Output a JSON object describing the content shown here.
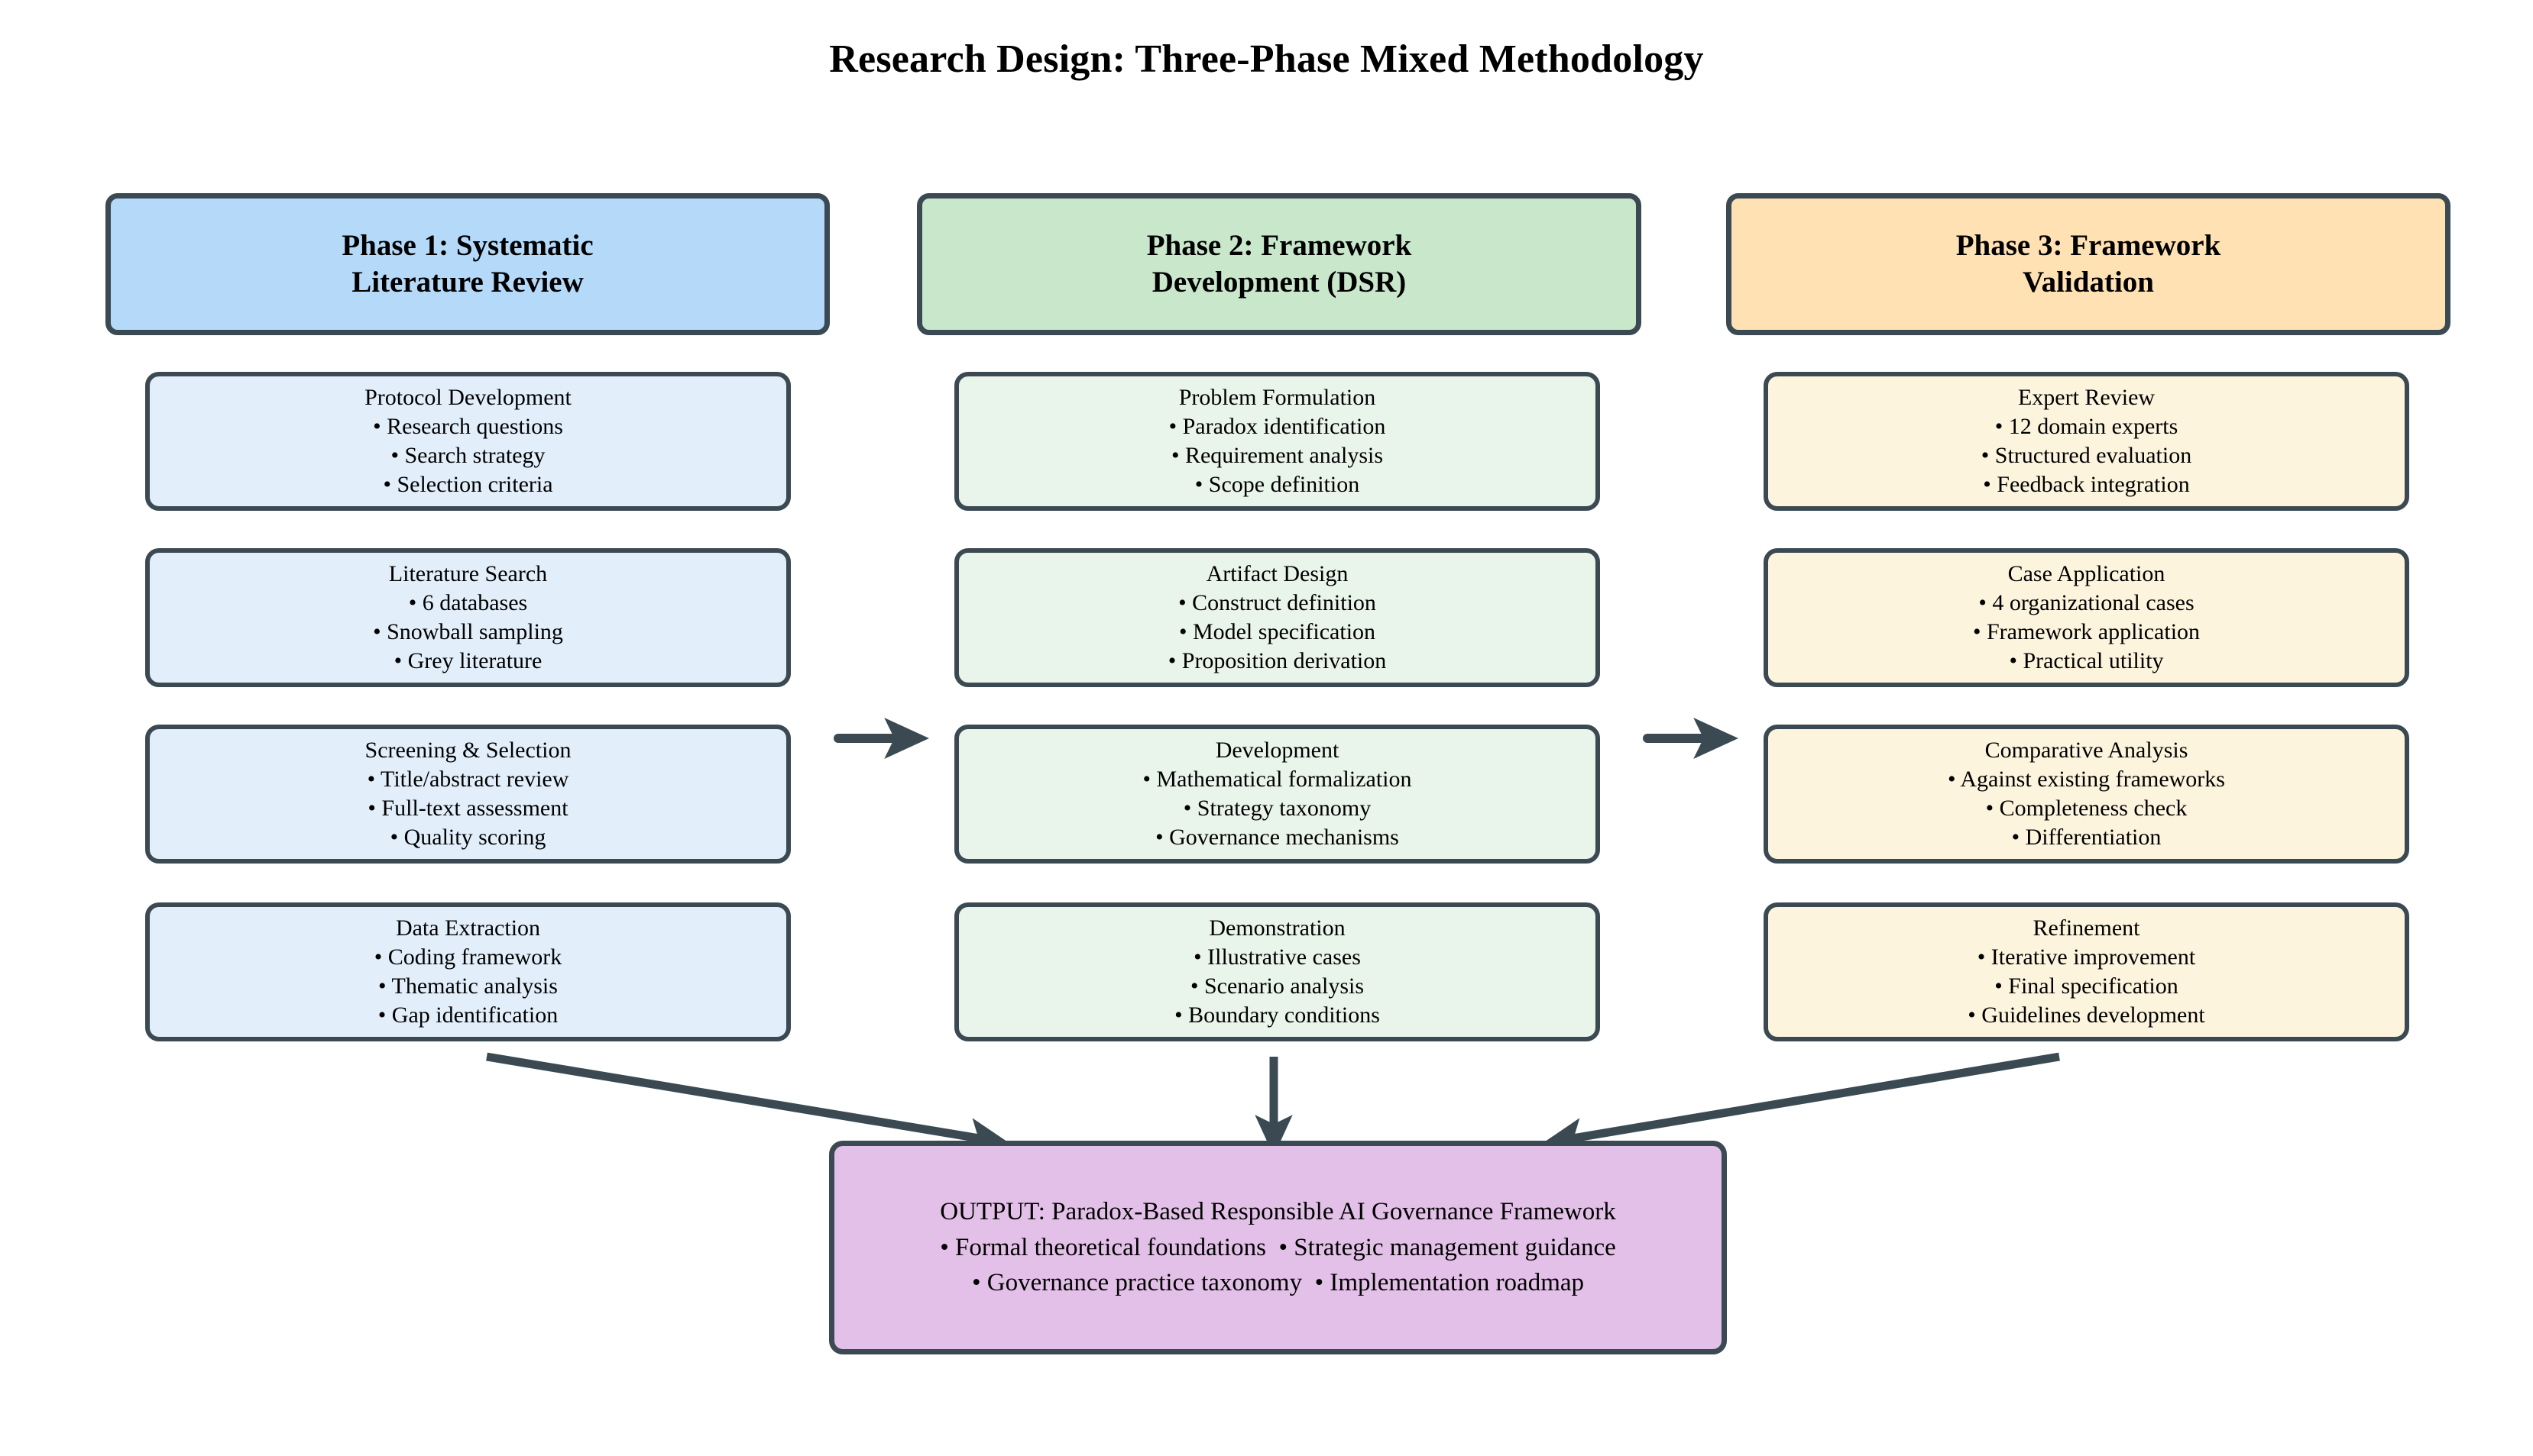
{
  "title": "Research Design: Three-Phase Mixed Methodology",
  "colors": {
    "stroke": "#3b4a52",
    "phase1_header_fill": "#b5d9f9",
    "phase1_box_fill": "#e2effb",
    "phase2_header_fill": "#c9e7cb",
    "phase2_box_fill": "#e9f4ea",
    "phase3_header_fill": "#ffe1b3",
    "phase3_box_fill": "#fdf4dd",
    "output_fill": "#e3c0e8",
    "text": "#000000"
  },
  "phases": [
    {
      "header_line1": "Phase 1: Systematic",
      "header_line2": "Literature Review",
      "stages": [
        {
          "title": "Protocol Development",
          "bullets": [
            "• Research questions",
            "• Search strategy",
            "• Selection criteria"
          ]
        },
        {
          "title": "Literature Search",
          "bullets": [
            "• 6 databases",
            "• Snowball sampling",
            "• Grey literature"
          ]
        },
        {
          "title": "Screening & Selection",
          "bullets": [
            "• Title/abstract review",
            "• Full-text assessment",
            "• Quality scoring"
          ]
        },
        {
          "title": "Data Extraction",
          "bullets": [
            "• Coding framework",
            "• Thematic analysis",
            "• Gap identification"
          ]
        }
      ]
    },
    {
      "header_line1": "Phase 2: Framework",
      "header_line2": "Development (DSR)",
      "stages": [
        {
          "title": "Problem Formulation",
          "bullets": [
            "• Paradox identification",
            "• Requirement analysis",
            "• Scope definition"
          ]
        },
        {
          "title": "Artifact Design",
          "bullets": [
            "• Construct definition",
            "• Model specification",
            "• Proposition derivation"
          ]
        },
        {
          "title": "Development",
          "bullets": [
            "• Mathematical formalization",
            "• Strategy taxonomy",
            "• Governance mechanisms"
          ]
        },
        {
          "title": "Demonstration",
          "bullets": [
            "• Illustrative cases",
            "• Scenario analysis",
            "• Boundary conditions"
          ]
        }
      ]
    },
    {
      "header_line1": "Phase 3: Framework",
      "header_line2": "Validation",
      "stages": [
        {
          "title": "Expert Review",
          "bullets": [
            "• 12 domain experts",
            "• Structured evaluation",
            "• Feedback integration"
          ]
        },
        {
          "title": "Case Application",
          "bullets": [
            "• 4 organizational cases",
            "• Framework application",
            "• Practical utility"
          ]
        },
        {
          "title": "Comparative Analysis",
          "bullets": [
            "• Against existing frameworks",
            "• Completeness check",
            "• Differentiation"
          ]
        },
        {
          "title": "Refinement",
          "bullets": [
            "• Iterative improvement",
            "• Final specification",
            "• Guidelines development"
          ]
        }
      ]
    }
  ],
  "output": {
    "line1": "OUTPUT: Paradox-Based Responsible AI Governance Framework",
    "line2": "• Formal theoretical foundations  • Strategic management guidance",
    "line3": "• Governance practice taxonomy  • Implementation roadmap"
  },
  "connectors": [
    {
      "name": "phase1-to-phase2-arrow",
      "kind": "horizontal"
    },
    {
      "name": "phase2-to-phase3-arrow",
      "kind": "horizontal"
    },
    {
      "name": "phase1-to-output-arrow",
      "kind": "diagonal"
    },
    {
      "name": "phase2-to-output-arrow",
      "kind": "vertical"
    },
    {
      "name": "phase3-to-output-arrow",
      "kind": "diagonal"
    }
  ]
}
